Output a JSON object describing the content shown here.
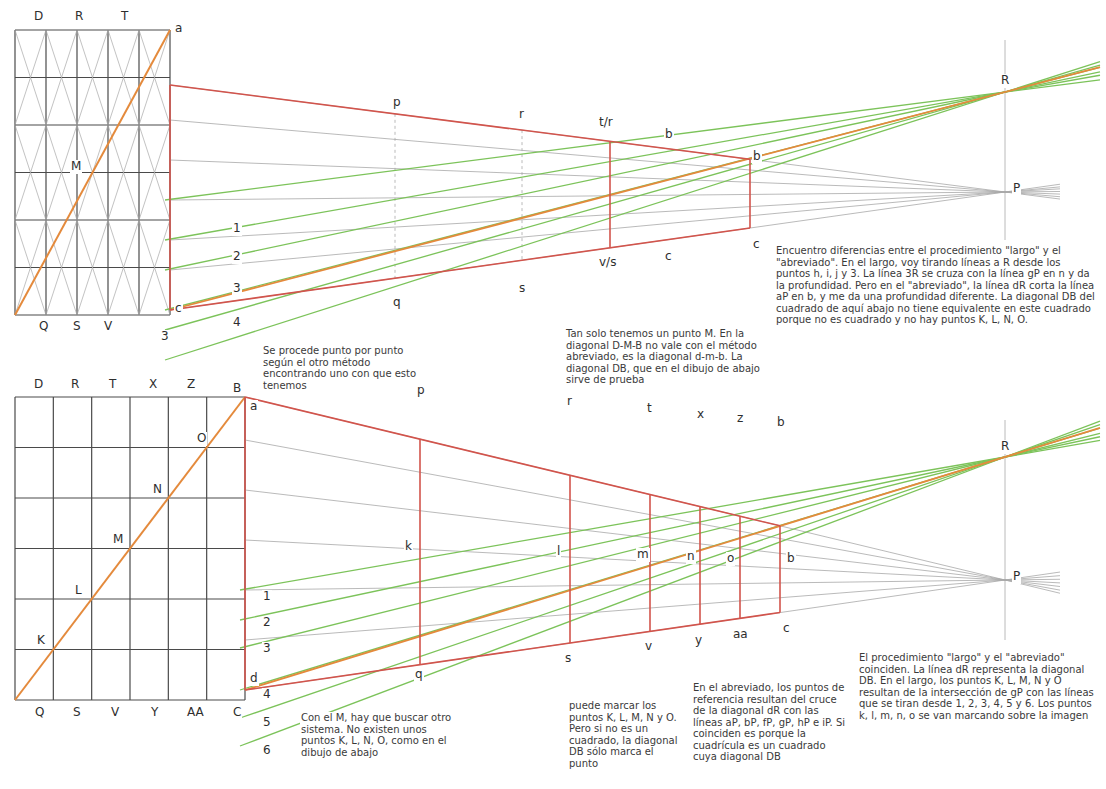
{
  "diagram": {
    "labels": [
      "D",
      "R",
      "T",
      "a",
      "M",
      "Q",
      "S",
      "V",
      "c",
      "1",
      "2",
      "3",
      "4",
      "3",
      "p",
      "r",
      "t/r",
      "b",
      "q",
      "s",
      "v/s",
      "c",
      "b",
      "c",
      "R",
      "P",
      "Se procede punto por punto según el otro método encontrando uno con que esto tenemos",
      "Tan solo tenemos un punto M. En la diagonal D-M-B no vale con el método abreviado, es la diagonal d-m-b. La diagonal DB, que en el dibujo de abajo sirve de prueba",
      "Encuentro diferencias entre el procedimiento \"largo\" y el \"abreviado\". En el largo, voy tirando líneas a R desde los puntos h, i, j y 3. La línea 3R se cruza con la línea gP en n y da la profundidad. Pero en el \"abreviado\", la línea dR corta la línea aP en b, y me da una profundidad diferente. La diagonal DB del cuadrado de aquí abajo no tiene equivalente en este cuadrado porque no es cuadrado y no hay puntos K, L, N, O.",
      "D",
      "R",
      "T",
      "X",
      "Z",
      "B",
      "a",
      "O",
      "N",
      "M",
      "L",
      "K",
      "Q",
      "S",
      "V",
      "Y",
      "AA",
      "C",
      "d",
      "1",
      "2",
      "3",
      "4",
      "5",
      "6",
      "p",
      "r",
      "t",
      "x",
      "z",
      "b",
      "k",
      "l",
      "m",
      "n",
      "o",
      "b",
      "q",
      "s",
      "v",
      "y",
      "aa",
      "c",
      "R",
      "P",
      "Con el M, hay que buscar otro sistema. No existen unos puntos K, L, N, O, como en el dibujo de abajo",
      "puede marcar los puntos K, L, M, N y O. Pero si no es un cuadrado, la diagonal DB sólo marca el punto",
      "En el abreviado, los puntos de referencia resultan del cruce de la diagonal dR con las líneas aP, bP, fP, gP, hP e iP. Si coinciden es porque la cuadrícula es un cuadrado cuya diagonal DB",
      "El procedimiento \"largo\" y el \"abreviado\" coinciden. La línea dR representa la diagonal DB. En el largo, los puntos K, L, M, N y O resultan de la intersección de gP con las líneas que se tiran desde 1, 2, 3, 4, 5 y 6. Los puntos k, l, m, n, o se van marcando sobre la imagen"
    ]
  }
}
